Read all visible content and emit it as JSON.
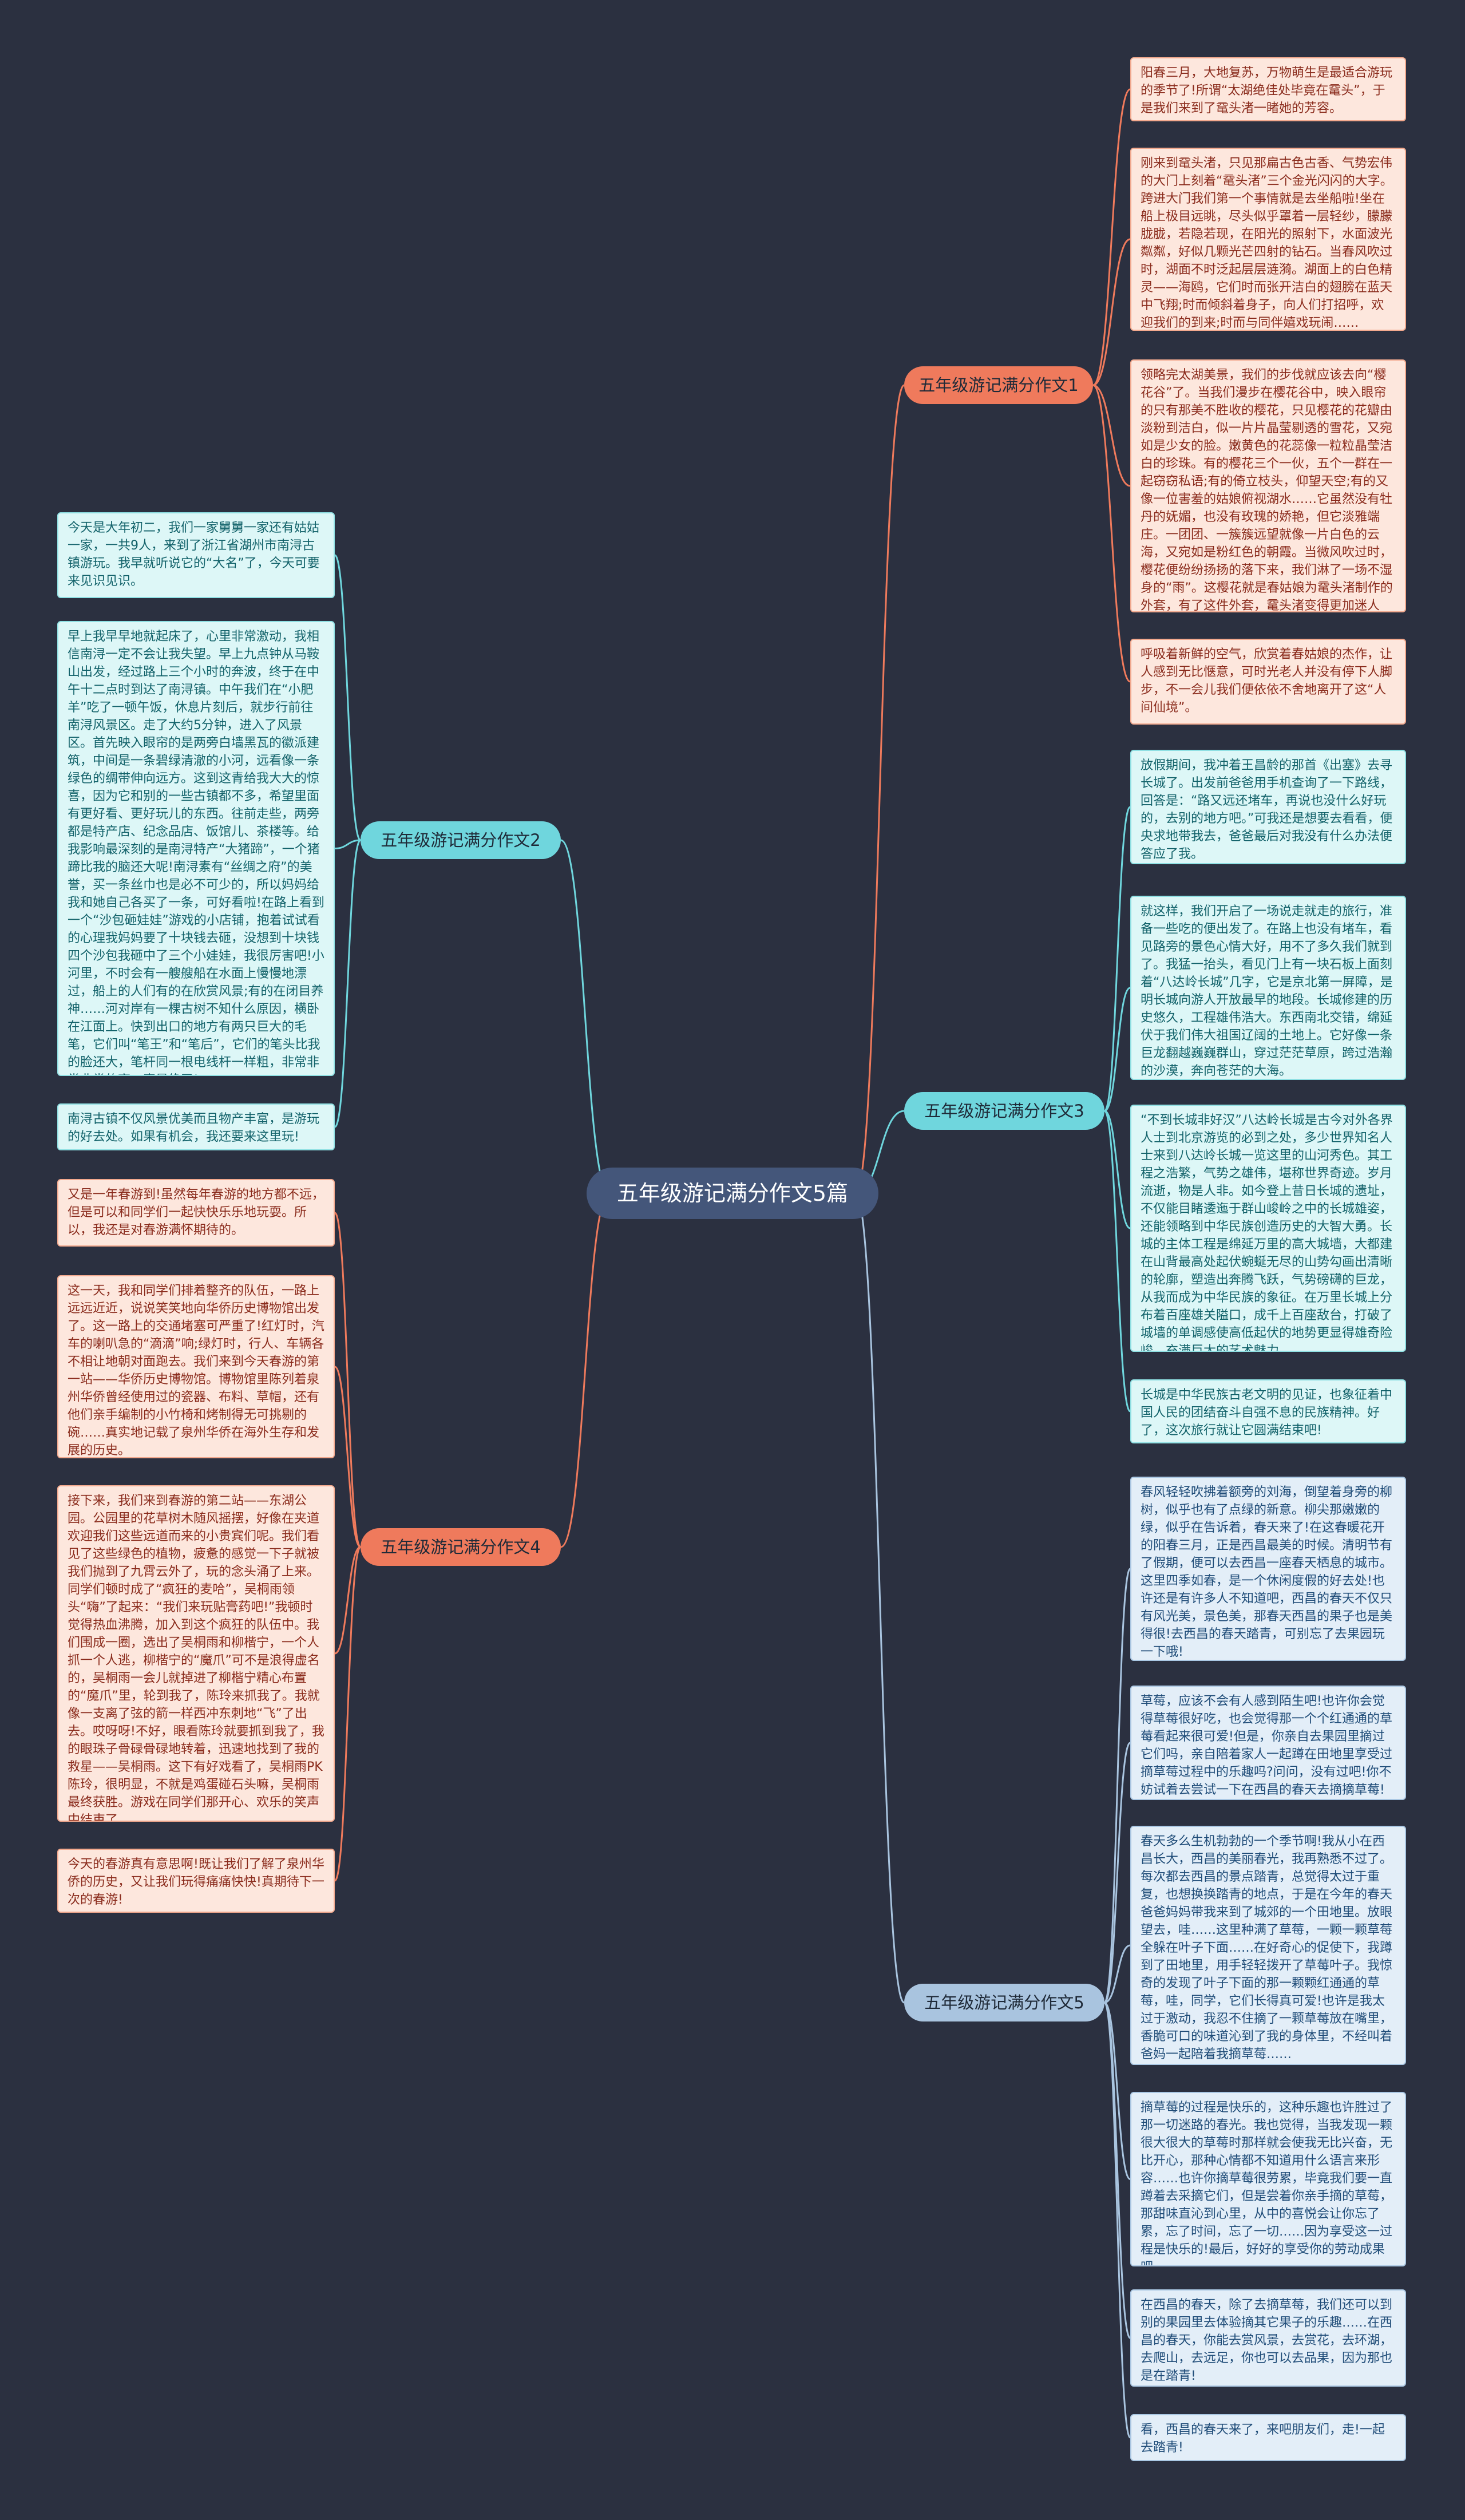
{
  "root": {
    "title": "五年级游记满分作文5篇"
  },
  "colors": {
    "background": "#2b3040",
    "root": "#44567a",
    "orange": "#ef7a5c",
    "cyan": "#6fd6dd",
    "blue": "#a9c4df"
  },
  "branches": [
    {
      "label": "五年级游记满分作文1",
      "leaves": [
        "阳春三月，大地复苏，万物萌生是最适合游玩的季节了!所谓“太湖绝佳处毕竟在鼋头”，于是我们来到了鼋头渚一睹她的芳容。",
        "刚来到鼋头渚，只见那扁古色古香、气势宏伟的大门上刻着“鼋头渚”三个金光闪闪的大字。跨进大门我们第一个事情就是去坐船啦!坐在船上极目远眺，尽头似乎罩着一层轻纱，朦朦胧胧，若隐若现，在阳光的照射下，水面波光粼粼，好似几颗光芒四射的钻石。当春风吹过时，湖面不时泛起层层涟漪。湖面上的白色精灵——海鸥，它们时而张开洁白的翅膀在蓝天中飞翔;时而倾斜着身子，向人们打招呼，欢迎我们的到来;时而与同伴嬉戏玩闹……",
        "领略完太湖美景，我们的步伐就应该去向“樱花谷”了。当我们漫步在樱花谷中，映入眼帘的只有那美不胜收的樱花，只见樱花的花瓣由淡粉到洁白，似一片片晶莹剔透的雪花，又宛如是少女的脸。嫩黄色的花蕊像一粒粒晶莹洁白的珍珠。有的樱花三个一伙，五个一群在一起窃窃私语;有的倚立枝头，仰望天空;有的又像一位害羞的姑娘俯视湖水……它虽然没有牡丹的妩媚，也没有玫瑰的娇艳，但它淡雅端庄。一团团、一簇簇远望就像一片白色的云海，又宛如是粉红色的朝霞。当微风吹过时，樱花便纷纷扬扬的落下来，我们淋了一场不湿身的“雨”。这樱花就是春姑娘为鼋头渚制作的外套，有了这件外套，鼋头渚变得更加迷人了。",
        "呼吸着新鲜的空气，欣赏着春姑娘的杰作，让人感到无比惬意，可时光老人并没有停下人脚步，不一会儿我们便依依不舍地离开了这“人间仙境”。"
      ]
    },
    {
      "label": "五年级游记满分作文2",
      "leaves": [
        "今天是大年初二，我们一家舅舅一家还有姑姑一家，一共9人，来到了浙江省湖州市南浔古镇游玩。我早就听说它的“大名”了，今天可要来见识见识。",
        "早上我早早地就起床了，心里非常激动，我相信南浔一定不会让我失望。早上九点钟从马鞍山出发，经过路上三个小时的奔波，终于在中午十二点时到达了南浔镇。中午我们在“小肥羊”吃了一顿午饭，休息片刻后，就步行前往南浔风景区。走了大约5分钟，进入了风景区。首先映入眼帘的是两旁白墙黑瓦的徽派建筑，中间是一条碧绿清澈的小河，远看像一条绿色的绸带伸向远方。这到这青给我大大的惊喜，因为它和别的一些古镇都不多，希望里面有更好看、更好玩儿的东西。往前走些，两旁都是特产店、纪念品店、饭馆儿、茶楼等。给我影响最深刻的是南浔特产“大猪蹄”，一个猪蹄比我的脑还大呢!南浔素有“丝绸之府”的美誉，买一条丝巾也是必不可少的，所以妈妈给我和她自己各买了一条，可好看啦!在路上看到一个“沙包砸娃娃”游戏的小店铺，抱着试试看的心理我妈妈要了十块钱去砸，没想到十块钱四个沙包我砸中了三个小娃娃，我很厉害吧!小河里，不时会有一艘艘船在水面上慢慢地漂过，船上的人们有的在欣赏风景;有的在闭目养神……河对岸有一棵古树不知什么原因，横卧在江面上。快到出口的地方有两只巨大的毛笔，它们叫“笔王”和“笔后”，它们的笔头比我的脸还大，笔杆同一根电线杆一样粗，非常非常非常的高，真是绝了!",
        "南浔古镇不仅风景优美而且物产丰富，是游玩的好去处。如果有机会，我还要来这里玩!"
      ]
    },
    {
      "label": "五年级游记满分作文3",
      "leaves": [
        "放假期间，我冲着王昌龄的那首《出塞》去寻长城了。出发前爸爸用手机查询了一下路线，回答是：“路又远还堵车，再说也没什么好玩的，去别的地方吧。”可我还是想要去看看，便央求地带我去，爸爸最后对我没有什么办法便答应了我。",
        "就这样，我们开启了一场说走就走的旅行，准备一些吃的便出发了。在路上也没有堵车，看见路旁的景色心情大好，用不了多久我们就到了。我猛一抬头，看见门上有一块石板上面刻着“八达岭长城”几字，它是京北第一屏障，是明长城向游人开放最早的地段。长城修建的历史悠久，工程雄伟浩大。东西南北交错，绵延伏于我们伟大祖国辽阔的土地上。它好像一条巨龙翻越巍巍群山，穿过茫茫草原，跨过浩瀚的沙漠，奔向苍茫的大海。",
        "“不到长城非好汉”八达岭长城是古今对外各界人士到北京游览的必到之处，多少世界知名人士来到八达岭长城一览这里的山河秀色。其工程之浩繁，气势之雄伟，堪称世界奇迹。岁月流逝，物是人非。如今登上昔日长城的遗址，不仅能目睹逶迤于群山峻岭之中的长城雄姿，还能领略到中华民族创造历史的大智大勇。长城的主体工程是绵延万里的高大城墙，大都建在山背最高处起伏蜿蜒无尽的山势勾画出清晰的轮廓，塑造出奔腾飞跃，气势磅礴的巨龙，从我而成为中华民族的象征。在万里长城上分布着百座雄关隘口，成千上百座敌台，打破了城墙的单调感使高低起伏的地势更显得雄奇险峻，充满巨大的艺术魅力。",
        "长城是中华民族古老文明的见证，也象征着中国人民的团结奋斗自强不息的民族精神。好了，这次旅行就让它圆满结束吧!"
      ]
    },
    {
      "label": "五年级游记满分作文4",
      "leaves": [
        "又是一年春游到!虽然每年春游的地方都不远，但是可以和同学们一起快快乐乐地玩耍。所以，我还是对春游满怀期待的。",
        "这一天，我和同学们排着整齐的队伍，一路上远远近近，说说笑笑地向华侨历史博物馆出发了。这一路上的交通堵塞可严重了!红灯时，汽车的喇叭急的“滴滴”响;绿灯时，行人、车辆各不相让地朝对面跑去。我们来到今天春游的第一站——华侨历史博物馆。博物馆里陈列着泉州华侨曾经使用过的瓷器、布料、草帽，还有他们亲手编制的小竹椅和烤制得无可挑剔的碗……真实地记载了泉州华侨在海外生存和发展的历史。",
        "接下来，我们来到春游的第二站——东湖公园。公园里的花草树木随风摇摆，好像在夹道欢迎我们这些远道而来的小贵宾们呢。我们看见了这些绿色的植物，疲惫的感觉一下子就被我们抛到了九霄云外了，玩的念头涌了上来。同学们顿时成了“疯狂的麦哈”，吴桐雨领头“嗨”了起来：“我们来玩贴膏药吧!”我顿时觉得热血沸腾，加入到这个疯狂的队伍中。我们围成一圈，选出了吴桐雨和柳楷宁，一个人抓一个人逃，柳楷宁的“魔爪”可不是浪得虚名的，吴桐雨一会儿就掉进了柳楷宁精心布置的“魔爪”里，轮到我了，陈玲来抓我了。我就像一支离了弦的箭一样西冲东刺地“飞”了出去。哎呀呀!不好，眼看陈玲就要抓到我了，我的眼珠子骨碌骨碌地转着，迅速地找到了我的救星——吴桐雨。这下有好戏看了，吴桐雨PK陈玲，很明显，不就是鸡蛋碰石头嘛，吴桐雨最终获胜。游戏在同学们那开心、欢乐的笑声中结束了。",
        "今天的春游真有意思啊!既让我们了解了泉州华侨的历史，又让我们玩得痛痛快快!真期待下一次的春游!"
      ]
    },
    {
      "label": "五年级游记满分作文5",
      "leaves": [
        "春风轻轻吹拂着额旁的刘海，倒望着身旁的柳树，似乎也有了点绿的新意。柳尖那嫩嫩的绿，似乎在告诉着，春天来了!在这春暖花开的阳春三月，正是西昌最美的时候。清明节有了假期，便可以去西昌一座春天栖息的城市。这里四季如春，是一个休闲度假的好去处!也许还是有许多人不知道吧，西昌的春天不仅只有风光美，景色美，那春天西昌的果子也是美得很!去西昌的春天踏青，可别忘了去果园玩一下哦!",
        "草莓，应该不会有人感到陌生吧!也许你会觉得草莓很好吃，也会觉得那一个个红通通的草莓看起来很可爱!但是，你亲自去果园里摘过它们吗，亲自陪着家人一起蹲在田地里享受过摘草莓过程中的乐趣吗?问问，没有过吧!你不妨试着去尝试一下在西昌的春天去摘摘草莓!",
        "春天多么生机勃勃的一个季节啊!我从小在西昌长大，西昌的美丽春光，我再熟悉不过了。每次都去西昌的景点踏青，总觉得太过于重复，也想换换踏青的地点，于是在今年的春天爸爸妈妈带我来到了城郊的一个田地里。放眼望去，哇……这里种满了草莓，一颗一颗草莓全躲在叶子下面……在好奇心的促使下，我蹲到了田地里，用手轻轻拨开了草莓叶子。我惊奇的发现了叶子下面的那一颗颗红通通的草莓，哇，同学，它们长得真可爱!也许是我太过于激动，我忍不住摘了一颗草莓放在嘴里，香脆可口的味道沁到了我的身体里，不经叫着爸妈一起陪着我摘草莓……",
        "摘草莓的过程是快乐的，这种乐趣也许胜过了那一切迷路的春光。我也觉得，当我发现一颗很大很大的草莓时那样就会使我无比兴奋，无比开心，那种心情都不知道用什么语言来形容……也许你摘草莓很劳累，毕竟我们要一直蹲着去采摘它们，但是尝着你亲手摘的草莓，那甜味直沁到心里，从中的喜悦会让你忘了累，忘了时间，忘了一切……因为享受这一过程是快乐的!最后，好好的享受你的劳动成果吧……",
        "在西昌的春天，除了去摘草莓，我们还可以到别的果园里去体验摘其它果子的乐趣……在西昌的春天，你能去赏风景，去赏花，去环湖，去爬山，去远足，你也可以去品果，因为那也是在踏青!",
        "看，西昌的春天来了，来吧朋友们，走!一起去踏青!"
      ]
    }
  ]
}
